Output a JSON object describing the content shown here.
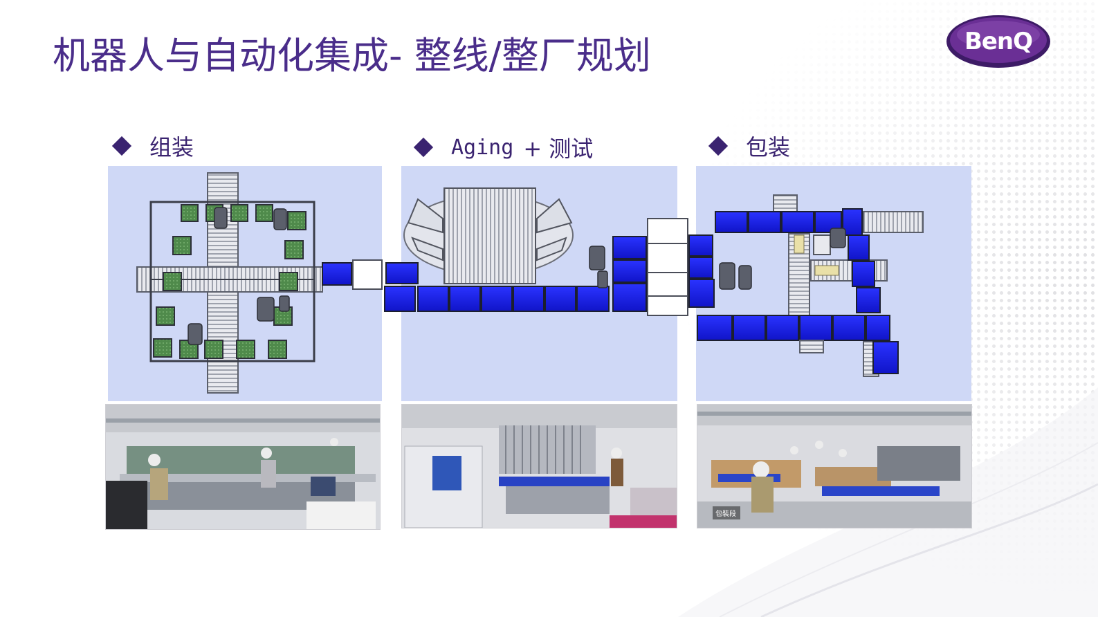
{
  "header": {
    "title": "机器人与自动化集成-  整线/整厂规划",
    "logo_text": "BenQ"
  },
  "sections": [
    {
      "label": "组装"
    },
    {
      "label_a": "Aging",
      "label_b": "+ 测试"
    },
    {
      "label": "包装"
    }
  ],
  "photos": [
    {
      "caption": ""
    },
    {
      "caption": ""
    },
    {
      "caption": "包裝段"
    }
  ],
  "colors": {
    "title": "#4a2d8a",
    "panel_bg": "#cfd8f6",
    "conveyor_blue": "#1a1ee8",
    "station_green": "#4f8a4b",
    "logo_purple": "#5c2a86"
  }
}
